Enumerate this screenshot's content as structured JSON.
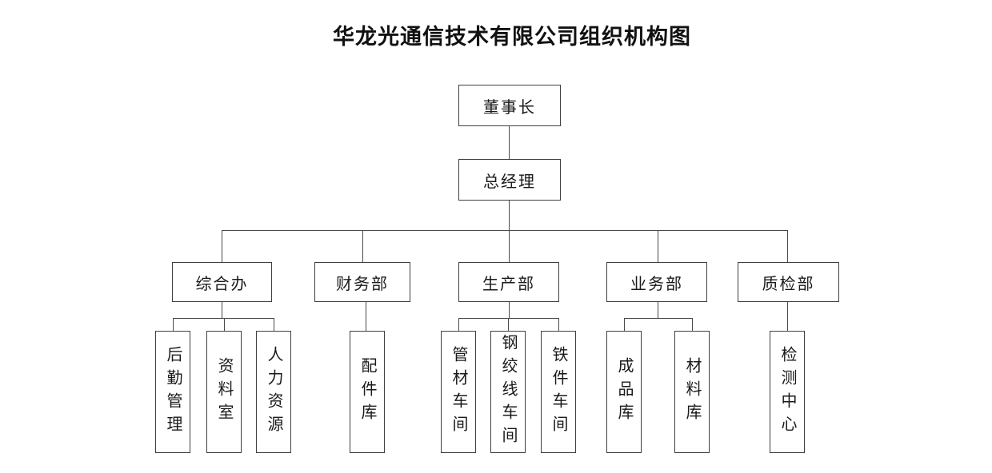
{
  "title": "华龙光通信技术有限公司组织机构图",
  "org": {
    "chairman": "董事长",
    "general_manager": "总经理",
    "departments": [
      {
        "label": "综合办",
        "children": [
          "后勤管理",
          "资料室",
          "人力资源"
        ]
      },
      {
        "label": "财务部",
        "children": [
          "配件库"
        ]
      },
      {
        "label": "生产部",
        "children": [
          "管材车间",
          "钢绞线车间",
          "铁件车间"
        ]
      },
      {
        "label": "业务部",
        "children": [
          "成品库",
          "材料库"
        ]
      },
      {
        "label": "质检部",
        "children": [
          "检测中心"
        ]
      }
    ]
  },
  "colors": {
    "line": "#4a4a4a",
    "border": "#3f3f3f",
    "background": "#ffffff",
    "text": "#1a1a1a"
  }
}
